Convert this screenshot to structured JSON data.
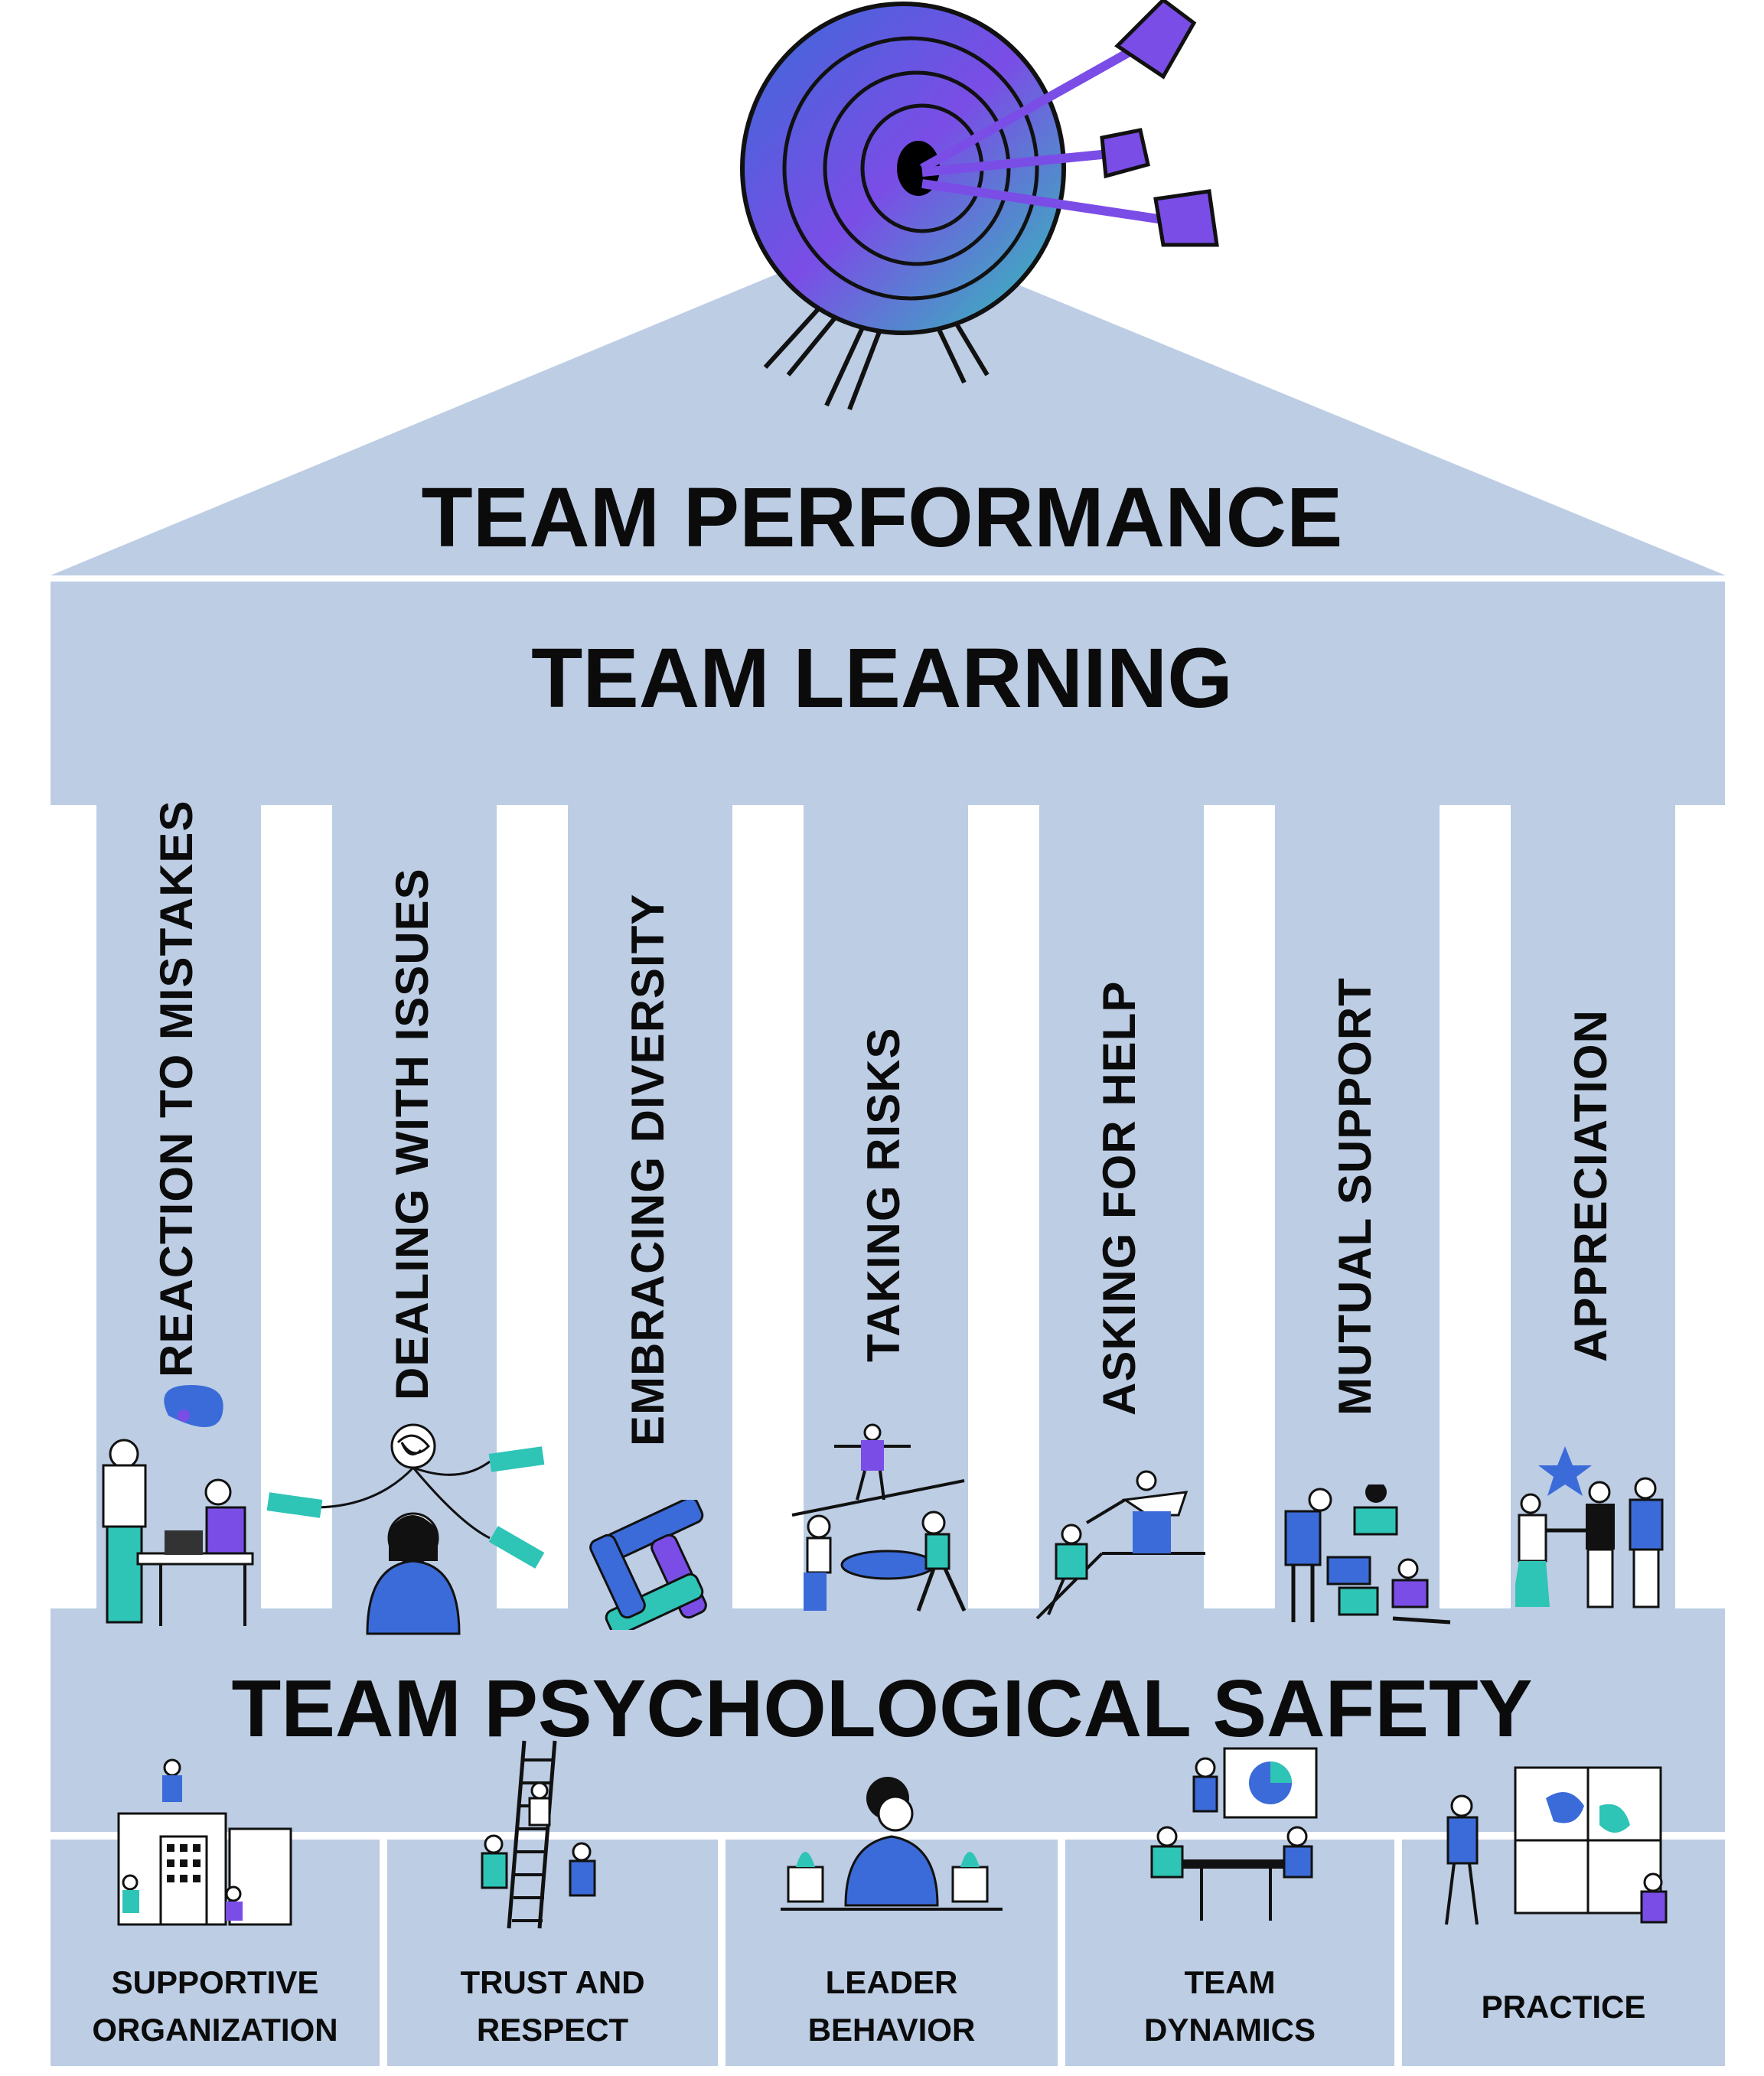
{
  "roof": {
    "title": "TEAM PERFORMANCE",
    "icon": "target-with-arrows-icon"
  },
  "beam": {
    "title": "TEAM LEARNING"
  },
  "pillars": [
    {
      "label": "REACTION TO MISTAKES",
      "icon": "worried-person-at-desk-icon"
    },
    {
      "label": "DEALING WITH ISSUES",
      "icon": "tangled-thoughts-person-icon"
    },
    {
      "label": "EMBRACING DIVERSITY",
      "icon": "linked-hands-circle-icon"
    },
    {
      "label": "TAKING RISKS",
      "icon": "balancing-people-icon"
    },
    {
      "label": "ASKING FOR HELP",
      "icon": "helping-hand-climb-icon"
    },
    {
      "label": "MUTUAL SUPPORT",
      "icon": "stacking-blocks-team-icon"
    },
    {
      "label": "APPRECIATION",
      "icon": "handshake-star-icon"
    }
  ],
  "foundation": {
    "title": "TEAM PSYCHOLOGICAL SAFETY"
  },
  "base_boxes": [
    {
      "line1": "SUPPORTIVE",
      "line2": "ORGANIZATION",
      "icon": "building-team-icon"
    },
    {
      "line1": "TRUST AND",
      "line2": "RESPECT",
      "icon": "ladder-support-icon"
    },
    {
      "line1": "LEADER",
      "line2": "BEHAVIOR",
      "icon": "leader-at-desk-icon"
    },
    {
      "line1": "TEAM",
      "line2": "DYNAMICS",
      "icon": "meeting-presentation-icon"
    },
    {
      "line1": "PRACTICE",
      "line2": "",
      "icon": "puzzle-assembly-icon"
    }
  ],
  "colors": {
    "structure": "#bccde4",
    "text": "#0b0b0b",
    "accent_blue": "#3b6bd8",
    "accent_purple": "#7a4de6",
    "accent_teal": "#2ec4b6"
  }
}
